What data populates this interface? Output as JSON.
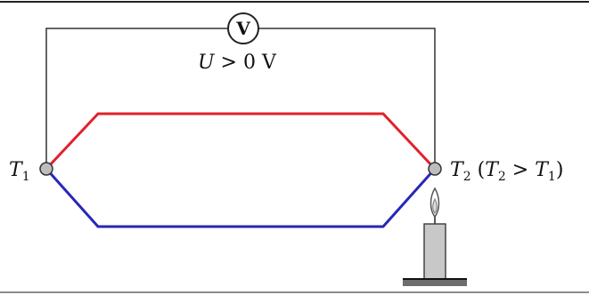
{
  "diagram": {
    "voltmeter": {
      "symbol": "V",
      "reading": {
        "var": "U",
        "rest": " > 0 V"
      }
    },
    "junction_left": {
      "var": "T",
      "sub": "1"
    },
    "junction_right": {
      "var": "T",
      "sub": "2",
      "paren_open": " (",
      "cond_var": "T",
      "cond_sub": "2",
      "op": " > ",
      "cond_var2": "T",
      "cond_sub2": "1",
      "paren_close": ")"
    },
    "colors": {
      "wire": "#333333",
      "metal_a": "#e0212b",
      "metal_b": "#2727b6",
      "junction_fill": "#bdbdbd",
      "candle_body": "#c8c8c8"
    }
  }
}
